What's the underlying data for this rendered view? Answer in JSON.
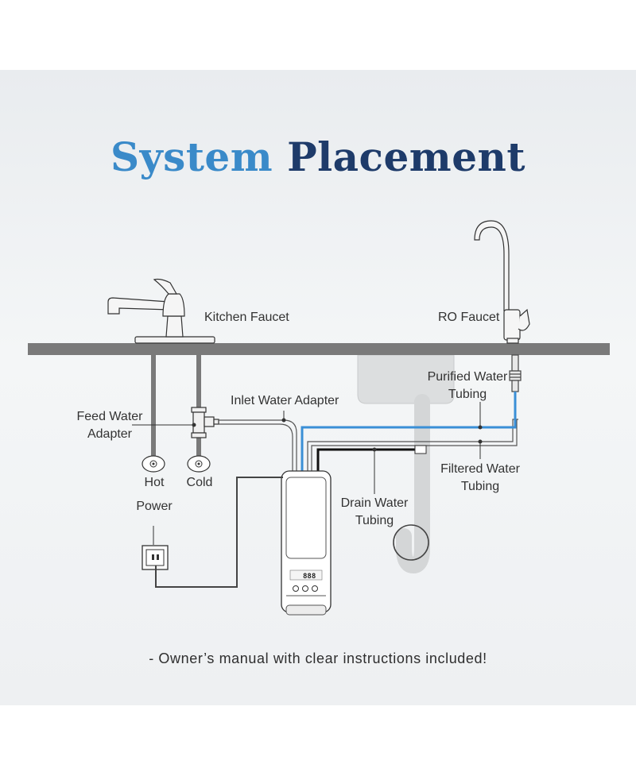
{
  "title": {
    "word1": "System",
    "word2": "Placement"
  },
  "labels": {
    "kitchen_faucet": "Kitchen Faucet",
    "ro_faucet": "RO Faucet",
    "purified_water_tubing_line1": "Purified Water",
    "purified_water_tubing_line2": "Tubing",
    "inlet_water_adapter": "Inlet Water Adapter",
    "feed_water_adapter_line1": "Feed Water",
    "feed_water_adapter_line2": "Adapter",
    "hot": "Hot",
    "cold": "Cold",
    "power": "Power",
    "filtered_water_tubing_line1": "Filtered Water",
    "filtered_water_tubing_line2": "Tubing",
    "drain_water_tubing_line1": "Drain Water",
    "drain_water_tubing_line2": "Tubing"
  },
  "unit_display": "888",
  "footnote": "-  Owner’s manual with clear instructions included!",
  "colors": {
    "title_word1": "#3a8ac9",
    "title_word2": "#1e3b6a",
    "purified_tubing": "#3a8fd6",
    "drain_tubing": "#111111",
    "countertop": "#7a7a7a"
  }
}
